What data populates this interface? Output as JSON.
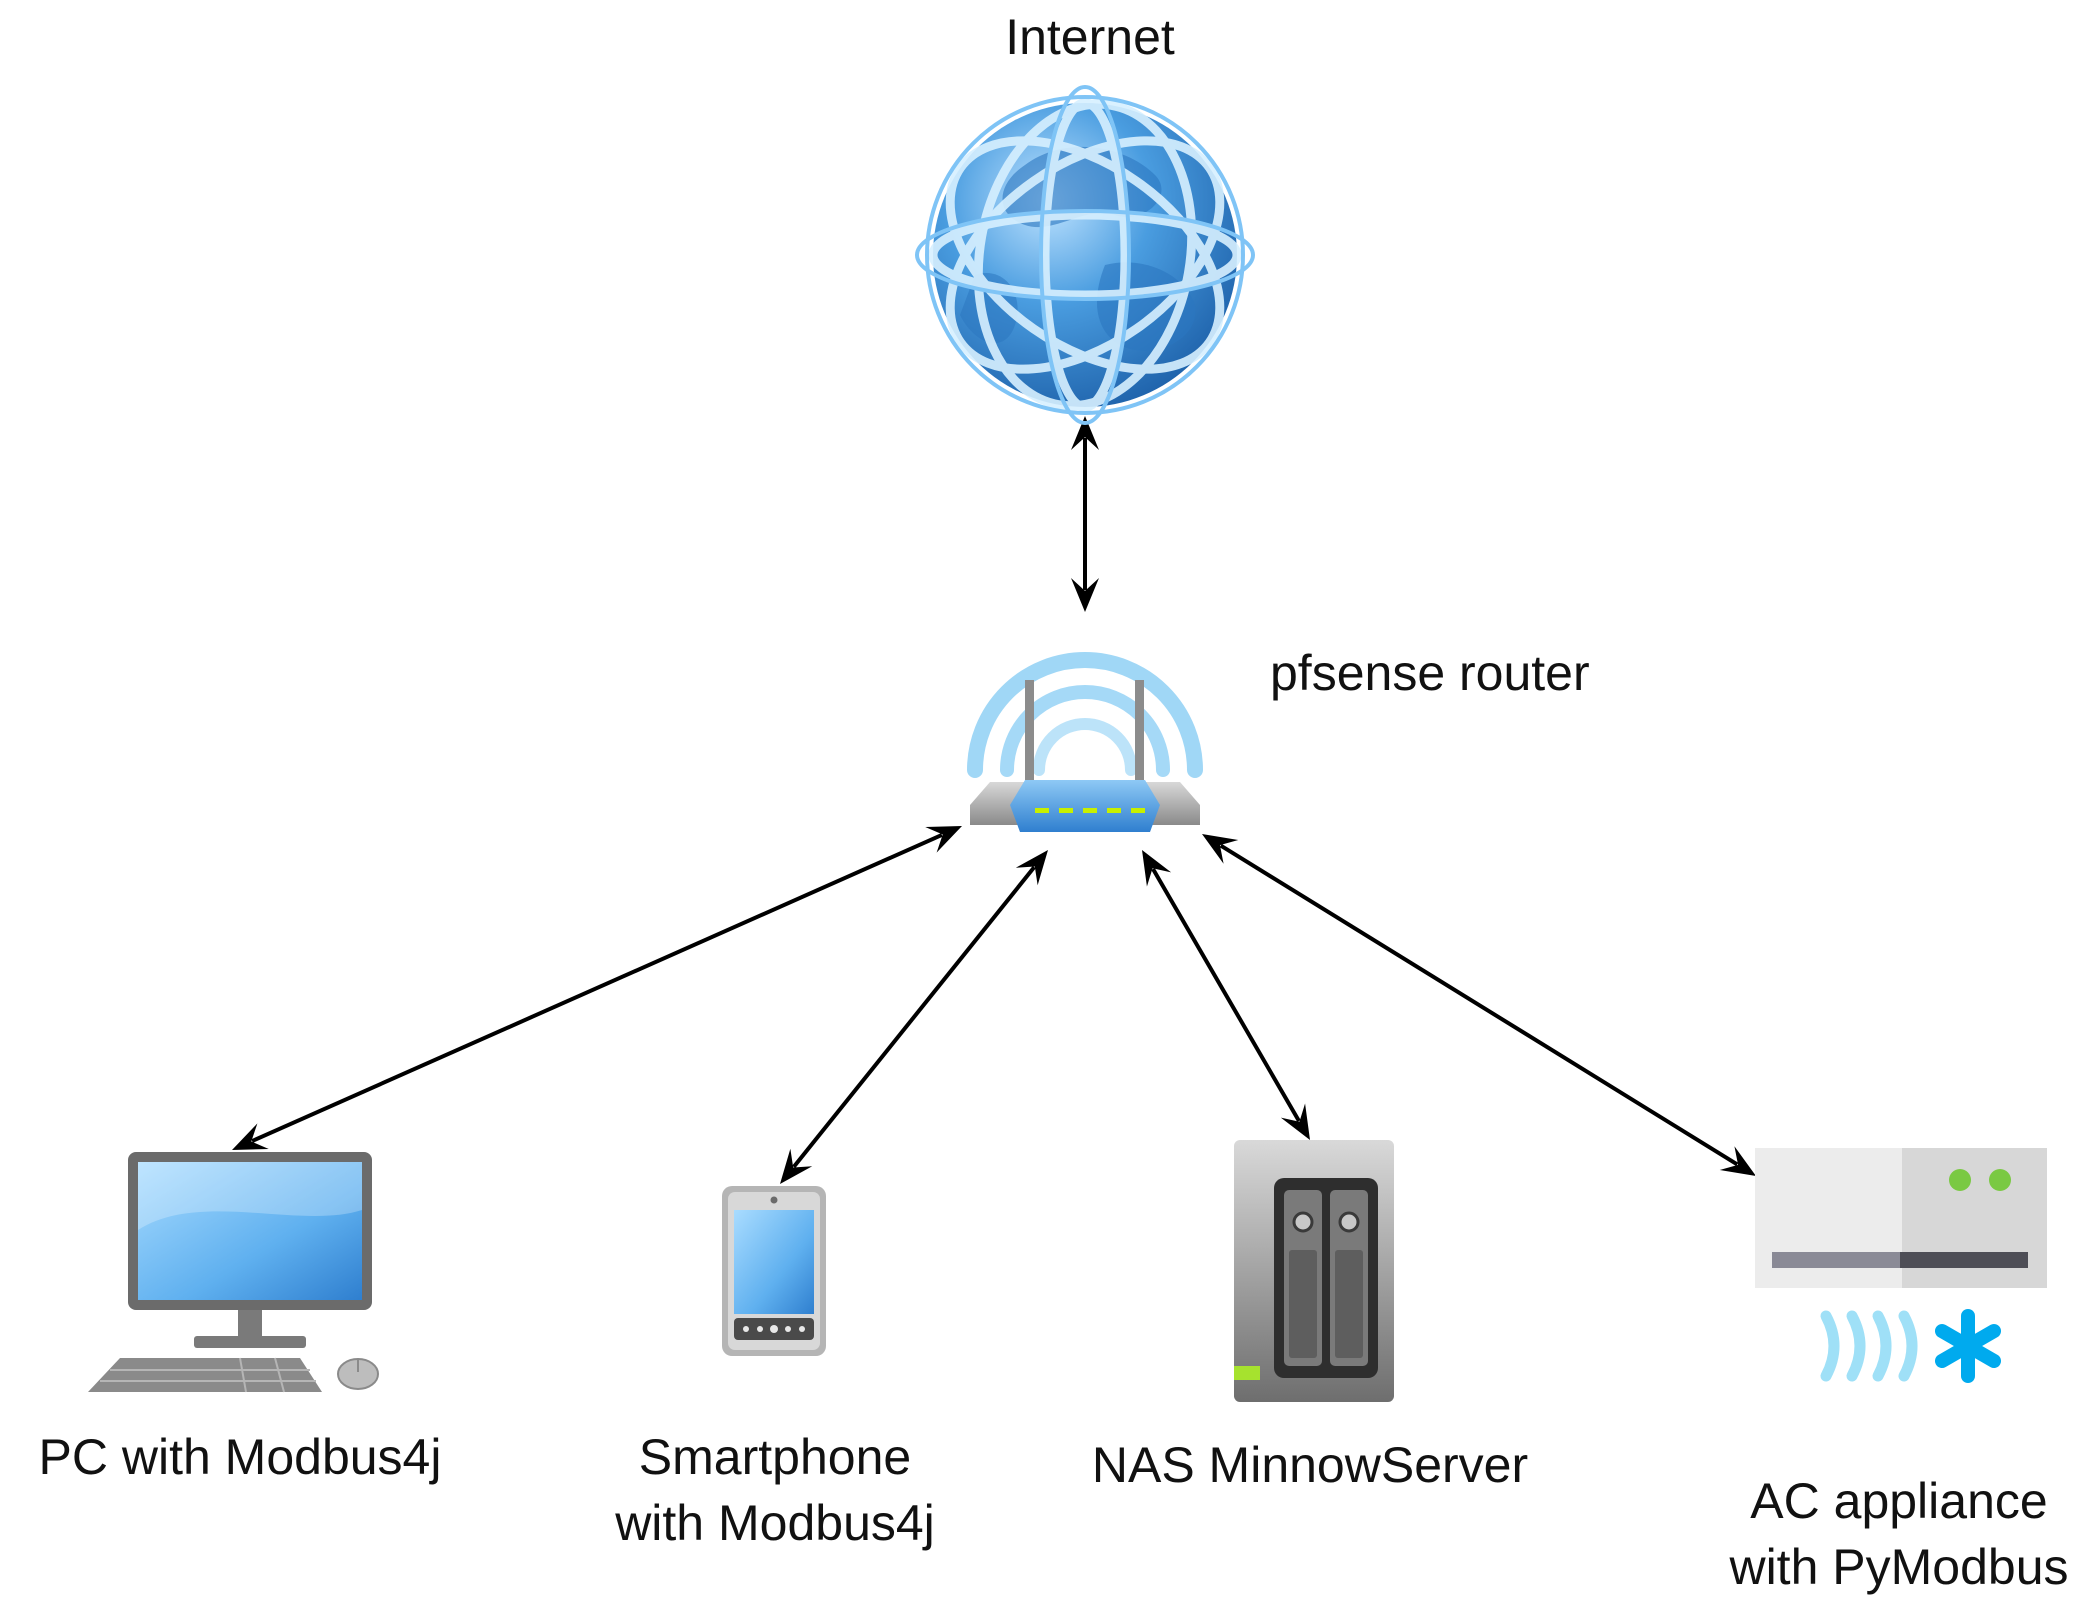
{
  "colors": {
    "arrow": "#000000",
    "globe": "#3f8fd6",
    "wifi": "#74c2ef",
    "screen": "#3c8fd8",
    "led": "#c8f000",
    "nas_led": "#a6e22e",
    "ac_dot": "#7ac943",
    "ac_wave": "#5fd0f5",
    "ac_snow": "#00aaee"
  },
  "nodes": {
    "internet": {
      "label": "Internet",
      "icon": "globe-icon"
    },
    "router": {
      "label": "pfsense router",
      "icon": "router-icon"
    },
    "pc": {
      "label": "PC with Modbus4j",
      "icon": "desktop-pc-icon"
    },
    "smartphone": {
      "label_line1": "Smartphone",
      "label_line2": "with Modbus4j",
      "icon": "smartphone-icon"
    },
    "nas": {
      "label": "NAS MinnowServer",
      "icon": "nas-server-icon"
    },
    "ac": {
      "label_line1": "AC appliance",
      "label_line2": "with PyModbus",
      "icon": "ac-unit-icon"
    }
  },
  "connections": [
    {
      "from": "internet",
      "to": "router",
      "direction": "bidirectional"
    },
    {
      "from": "router",
      "to": "pc",
      "direction": "bidirectional"
    },
    {
      "from": "router",
      "to": "smartphone",
      "direction": "bidirectional"
    },
    {
      "from": "router",
      "to": "nas",
      "direction": "bidirectional"
    },
    {
      "from": "router",
      "to": "ac",
      "direction": "bidirectional"
    }
  ]
}
